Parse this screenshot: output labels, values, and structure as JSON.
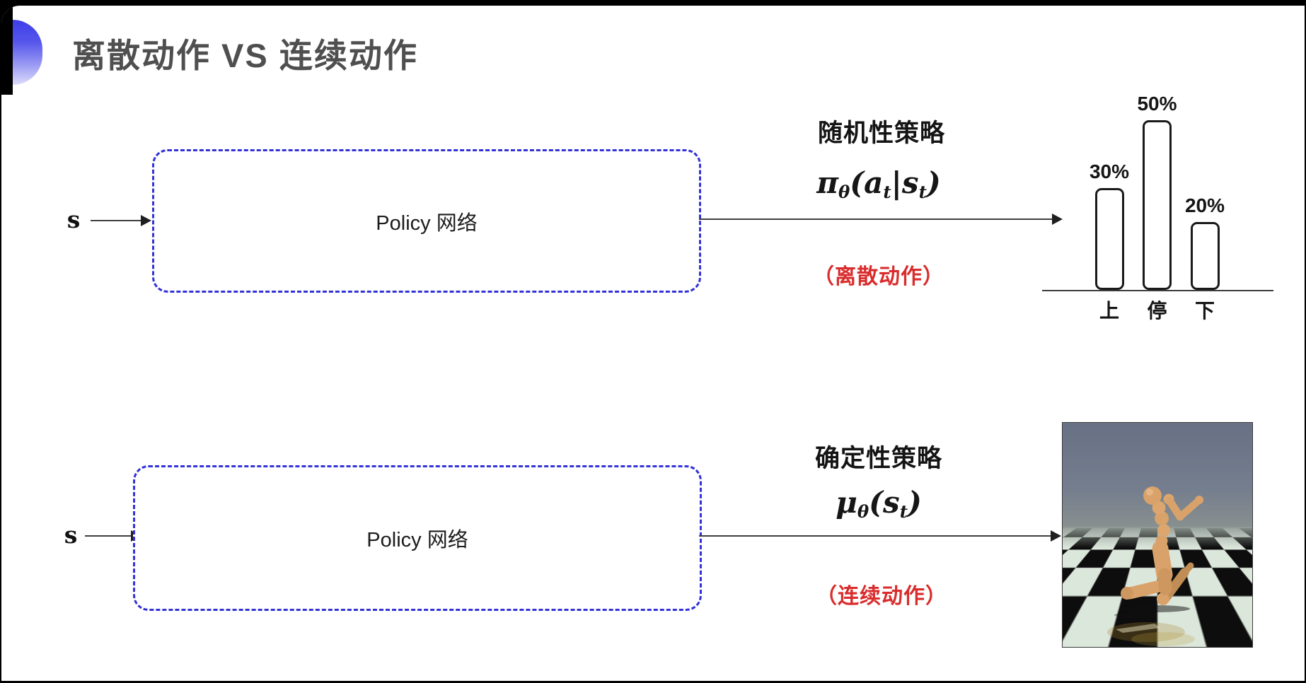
{
  "title": {
    "text": "离散动作 VS 连续动作",
    "color": "#4f4f4f",
    "bullet_gradient_top": "#3d3de8",
    "bullet_gradient_bottom": "#dcdcfb"
  },
  "accent_colors": {
    "box_border_blue": "#3232d8",
    "action_note_red": "#da2c2c"
  },
  "top_row": {
    "state_label": "s",
    "box_label": "Policy 网络",
    "policy_name": "随机性策略",
    "formula": [
      {
        "t": "π"
      },
      {
        "t": "θ",
        "sub": true
      },
      {
        "t": "("
      },
      {
        "t": "a"
      },
      {
        "t": "t",
        "sub": true
      },
      {
        "t": "|"
      },
      {
        "t": "s"
      },
      {
        "t": "t",
        "sub": true
      },
      {
        "t": ")"
      }
    ],
    "action_note": "（离散动作）"
  },
  "bottom_row": {
    "state_label": "s",
    "box_label": "Policy 网络",
    "policy_name": "确定性策略",
    "formula": [
      {
        "t": "μ"
      },
      {
        "t": "θ",
        "sub": true
      },
      {
        "t": "("
      },
      {
        "t": "s"
      },
      {
        "t": "t",
        "sub": true
      },
      {
        "t": ")"
      }
    ],
    "action_note": "（连续动作）"
  },
  "chart_data": {
    "type": "bar",
    "title": "",
    "xlabel": "",
    "ylabel": "",
    "categories": [
      "上",
      "停",
      "下"
    ],
    "values": [
      30,
      50,
      20
    ],
    "value_labels": [
      "30%",
      "50%",
      "20%"
    ],
    "ylim": [
      0,
      55
    ],
    "grid": false,
    "legend": "none",
    "bar_fill": "#ffffff",
    "bar_stroke": "#1a1a1a"
  },
  "sim_image": {
    "label": "humanoid-robot-on-checkerboard",
    "sky_top": "#687185",
    "sky_horizon": "#8b938f",
    "tile_light": "#dce7dc",
    "tile_dark": "#0d0d0d",
    "body_color": "#d9a26a"
  }
}
